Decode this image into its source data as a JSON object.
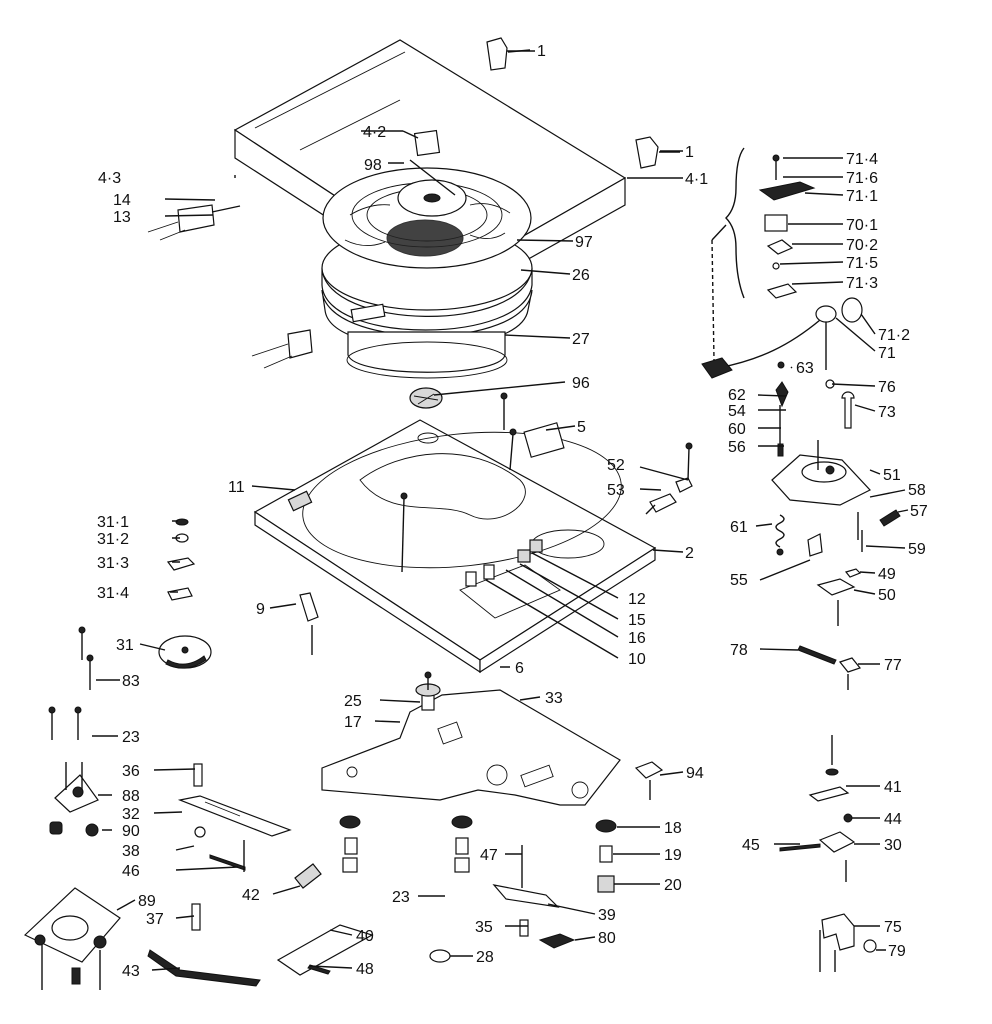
{
  "labels": {
    "l1a": "1",
    "l1b": "1",
    "l4_2": "4·2",
    "l98": "98",
    "l4_3": "4·3",
    "l4_1": "4·1",
    "l14": "14",
    "l13": "13",
    "l97": "97",
    "l26": "26",
    "l27": "27",
    "l96": "96",
    "l5": "5",
    "l11": "11",
    "l52": "52",
    "l53": "53",
    "l2": "2",
    "l31_1": "31·1",
    "l31_2": "31·2",
    "l31_3": "31·3",
    "l31_4": "31·4",
    "l9": "9",
    "l31": "31",
    "l83": "83",
    "l23a": "23",
    "l12": "12",
    "l15": "15",
    "l16": "16",
    "l10": "10",
    "l6": "6",
    "l25": "25",
    "l33": "33",
    "l17": "17",
    "l36": "36",
    "l88": "88",
    "l32": "32",
    "l90": "90",
    "l38": "38",
    "l46": "46",
    "l42": "42",
    "l94": "94",
    "l18": "18",
    "l47": "47",
    "l19": "19",
    "l20": "20",
    "l23b": "23",
    "l39": "39",
    "l89": "89",
    "l37": "37",
    "l40": "40",
    "l35": "35",
    "l80": "80",
    "l43": "43",
    "l48": "48",
    "l28": "28",
    "l71_4": "71·4",
    "l71_6": "71·6",
    "l71_1": "71·1",
    "l70_1": "70·1",
    "l70_2": "70·2",
    "l71_5": "71·5",
    "l71_3": "71·3",
    "l71_2": "71·2",
    "l71": "71",
    "l63": "63",
    "l76": "76",
    "l62": "62",
    "l54": "54",
    "l73": "73",
    "l60": "60",
    "l56": "56",
    "l51": "51",
    "l58": "58",
    "l57": "57",
    "l61": "61",
    "l59": "59",
    "l55": "55",
    "l49": "49",
    "l50": "50",
    "l78": "78",
    "l77": "77",
    "l41": "41",
    "l44": "44",
    "l45": "45",
    "l30": "30",
    "l75": "75",
    "l79": "79"
  }
}
